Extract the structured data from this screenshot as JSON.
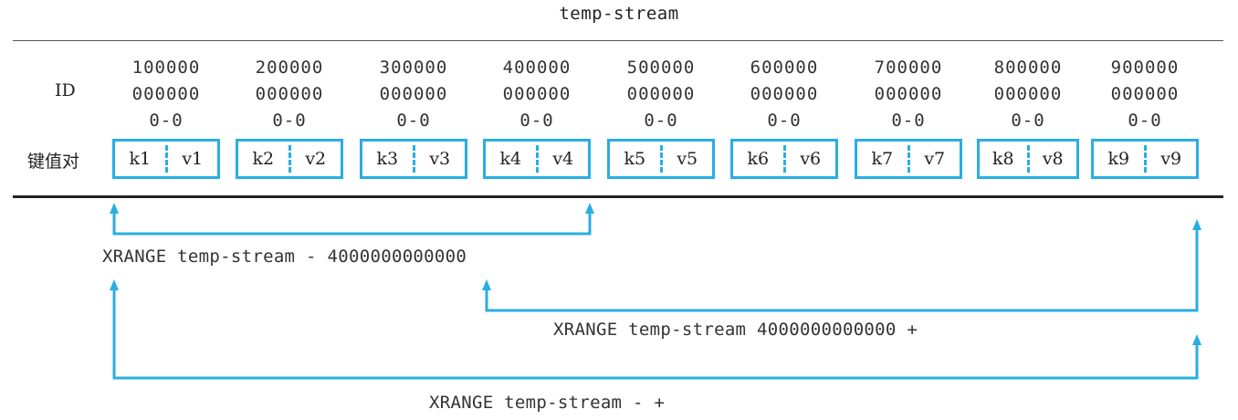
{
  "title": "temp-stream",
  "labels": {
    "id": "ID",
    "pairs": "键值对"
  },
  "entries": [
    {
      "id": [
        "100000",
        "000000",
        "0-0"
      ],
      "key": "k1",
      "value": "v1"
    },
    {
      "id": [
        "200000",
        "000000",
        "0-0"
      ],
      "key": "k2",
      "value": "v2"
    },
    {
      "id": [
        "300000",
        "000000",
        "0-0"
      ],
      "key": "k3",
      "value": "v3"
    },
    {
      "id": [
        "400000",
        "000000",
        "0-0"
      ],
      "key": "k4",
      "value": "v4"
    },
    {
      "id": [
        "500000",
        "000000",
        "0-0"
      ],
      "key": "k5",
      "value": "v5"
    },
    {
      "id": [
        "600000",
        "000000",
        "0-0"
      ],
      "key": "k6",
      "value": "v6"
    },
    {
      "id": [
        "700000",
        "000000",
        "0-0"
      ],
      "key": "k7",
      "value": "v7"
    },
    {
      "id": [
        "800000",
        "000000",
        "0-0"
      ],
      "key": "k8",
      "value": "v8"
    },
    {
      "id": [
        "900000",
        "000000",
        "0-0"
      ],
      "key": "k9",
      "value": "v9"
    }
  ],
  "commands": [
    "XRANGE temp-stream - 4000000000000",
    "XRANGE temp-stream 4000000000000 +",
    "XRANGE temp-stream - +"
  ],
  "colors": {
    "accent": "#29aee3",
    "text": "#222222",
    "rule": "#222222"
  }
}
